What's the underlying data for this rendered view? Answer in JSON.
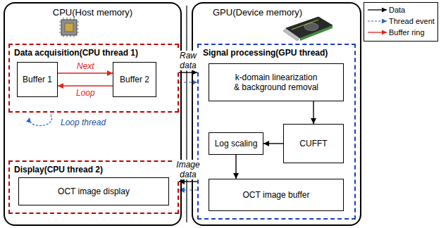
{
  "diagram": {
    "nodes": [
      {
        "text": [
          "CPU(Host memory)"
        ]
      },
      {
        "text": [
          "Data acquisition(CPU thread 1)"
        ],
        "in": 0
      },
      {
        "text": [
          "Buffer 1"
        ],
        "in": 1
      },
      {
        "text": [
          "Buffer 2"
        ],
        "in": 1
      },
      {
        "text": [
          "Display(CPU thread 2)"
        ],
        "in": 0
      },
      {
        "text": [
          "OCT image display"
        ],
        "in": 4
      },
      {
        "text": [
          "GPU(Device memory)"
        ]
      },
      {
        "text": [
          "Signal processing(GPU thread)"
        ],
        "in": 6
      },
      {
        "text": [
          "k-domain linearization & background removal"
        ],
        "in": 7
      },
      {
        "text": [
          "Log scaling"
        ],
        "in": 7
      },
      {
        "text": [
          "CUFFT"
        ],
        "in": 7
      },
      {
        "text": [
          "OCT image buffer"
        ],
        "in": 7
      }
    ],
    "edges": [
      {
        "from": 2,
        "to": 3,
        "arrow": "to",
        "label": "Next"
      },
      {
        "from": 3,
        "to": 2,
        "arrow": "to",
        "label": "Loop"
      },
      {
        "from": 1,
        "to": 7,
        "arrow": "to",
        "label": "Raw data"
      },
      {
        "from": 1,
        "to": 7,
        "arrow": "to"
      },
      {
        "from": 7,
        "to": 4,
        "arrow": "to",
        "label": "Image data"
      },
      {
        "from": 7,
        "to": 4,
        "arrow": "to"
      },
      {
        "from": 8,
        "to": 10,
        "arrow": "to"
      },
      {
        "from": 10,
        "to": 9,
        "arrow": "to"
      },
      {
        "from": 9,
        "to": 11,
        "arrow": "to"
      }
    ],
    "labels": [
      "Loop thread"
    ],
    "legend": [
      {
        "text": "Data"
      },
      {
        "text": "Thread event"
      },
      {
        "text": "Buffer ring"
      }
    ]
  }
}
